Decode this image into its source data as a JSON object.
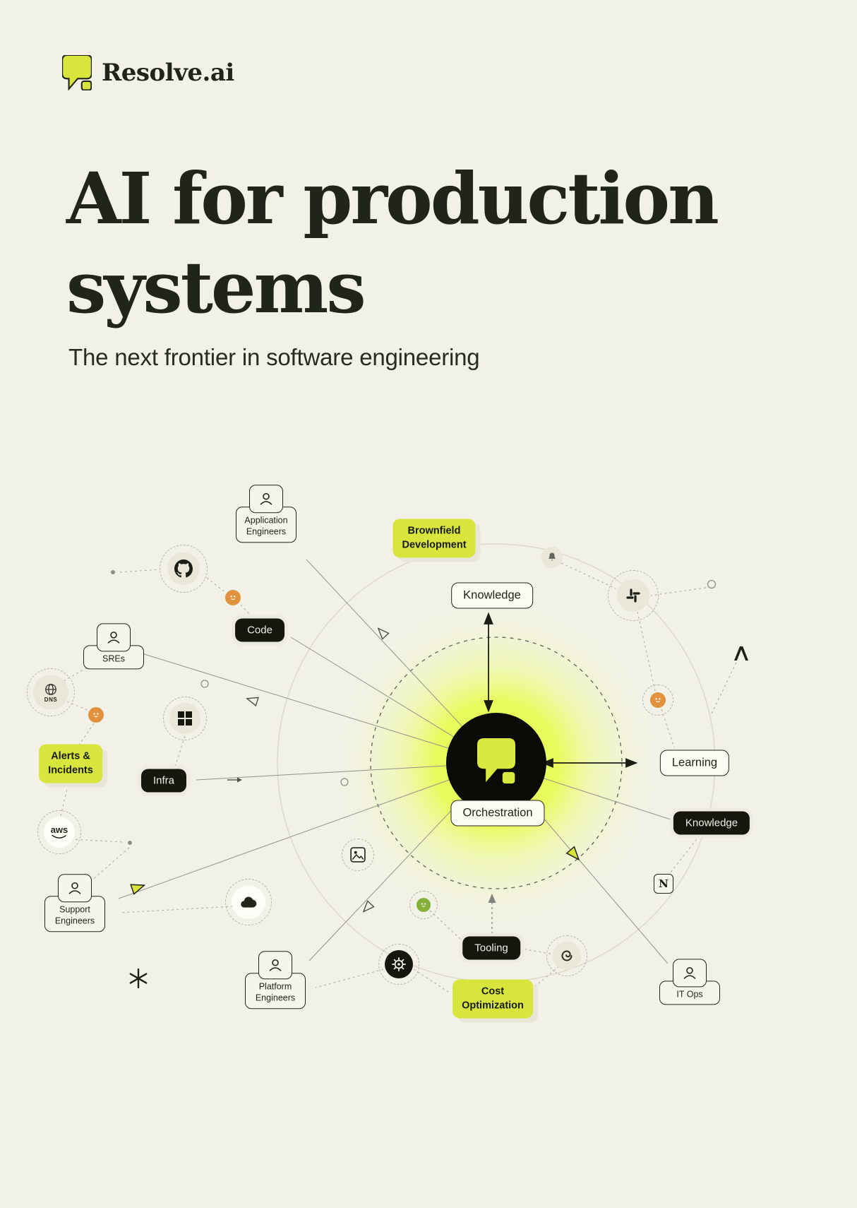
{
  "colors": {
    "background": "#f2f1e8",
    "accent": "#d8e53c",
    "glow": "#e6fc55",
    "dark": "#15160e"
  },
  "header": {
    "brand": "Resolve.ai"
  },
  "hero": {
    "title_line1": "AI for production",
    "title_line2": "systems",
    "subtitle": "The next frontier in software engineering"
  },
  "diagram": {
    "pills_white": {
      "knowledge_top": "Knowledge",
      "learning": "Learning",
      "orchestration": "Orchestration"
    },
    "pills_dark": {
      "code": "Code",
      "infra": "Infra",
      "tooling": "Tooling",
      "knowledge_right": "Knowledge"
    },
    "badges": {
      "brownfield_line1": "Brownfield",
      "brownfield_line2": "Development",
      "alerts_line1": "Alerts &",
      "alerts_line2": "Incidents",
      "cost_line1": "Cost",
      "cost_line2": "Optimization"
    },
    "personas": {
      "application_line1": "Application",
      "application_line2": "Engineers",
      "sres": "SREs",
      "support_line1": "Support",
      "support_line2": "Engineers",
      "platform_line1": "Platform",
      "platform_line2": "Engineers",
      "itops": "IT Ops"
    },
    "icon_labels": {
      "aws": "aws",
      "dns": "DNS",
      "notion": "N"
    },
    "icon_names": [
      "github",
      "slack",
      "bell",
      "anthropic",
      "windows",
      "dns-globe",
      "aws",
      "cloud",
      "helm-wheel",
      "grafana-spiral",
      "notion",
      "photo",
      "bot-avatar-orange",
      "bot-avatar-green",
      "asterisk",
      "cursor-triangle",
      "arrowhead-triangle"
    ]
  }
}
